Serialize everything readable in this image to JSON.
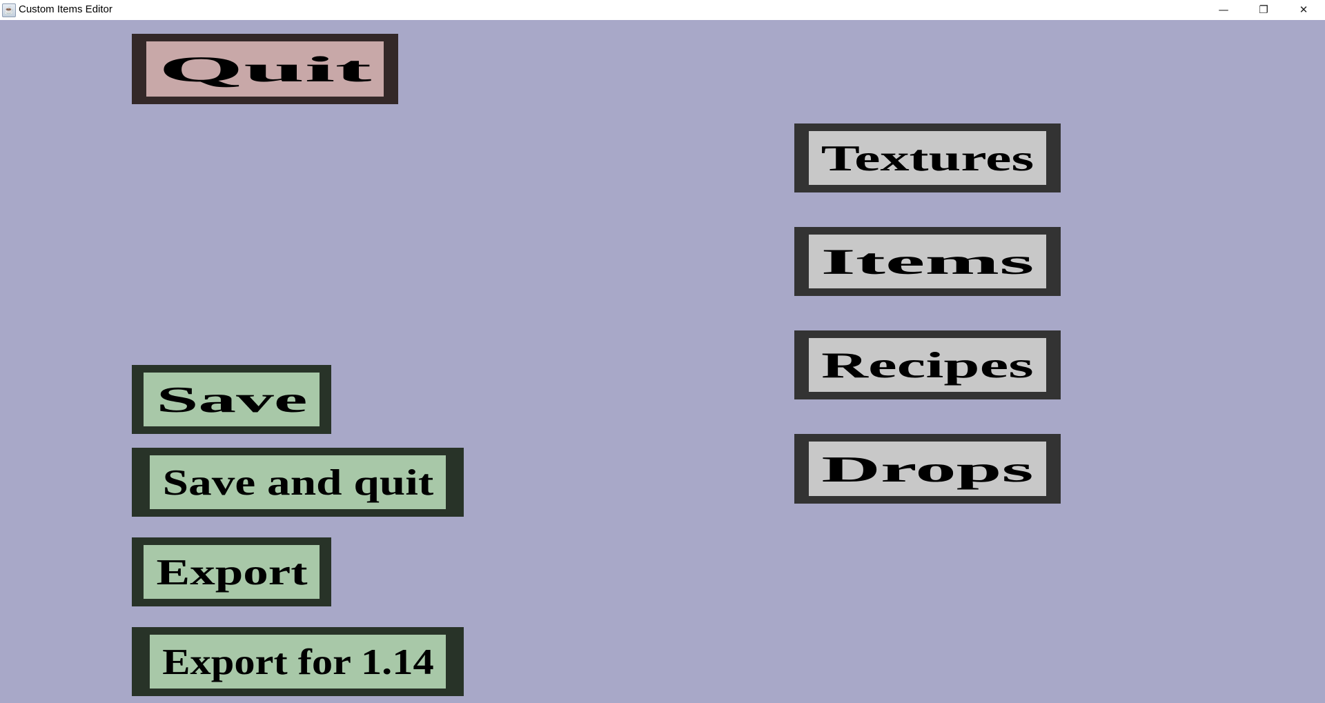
{
  "window": {
    "title": "Custom Items Editor",
    "icon": "java-icon",
    "minimize": "—",
    "maximize": "❐",
    "close": "✕"
  },
  "buttons": {
    "quit": "Quit",
    "textures": "Textures",
    "items": "Items",
    "recipes": "Recipes",
    "drops": "Drops",
    "save": "Save",
    "save_and_quit": "Save and quit",
    "export": "Export",
    "export_114": "Export for 1.14"
  },
  "colors": {
    "background": "#a8a8c8",
    "quit_fill": "#c8a8a8",
    "nav_fill": "#c8c8c8",
    "save_fill": "#a8c8a8"
  }
}
